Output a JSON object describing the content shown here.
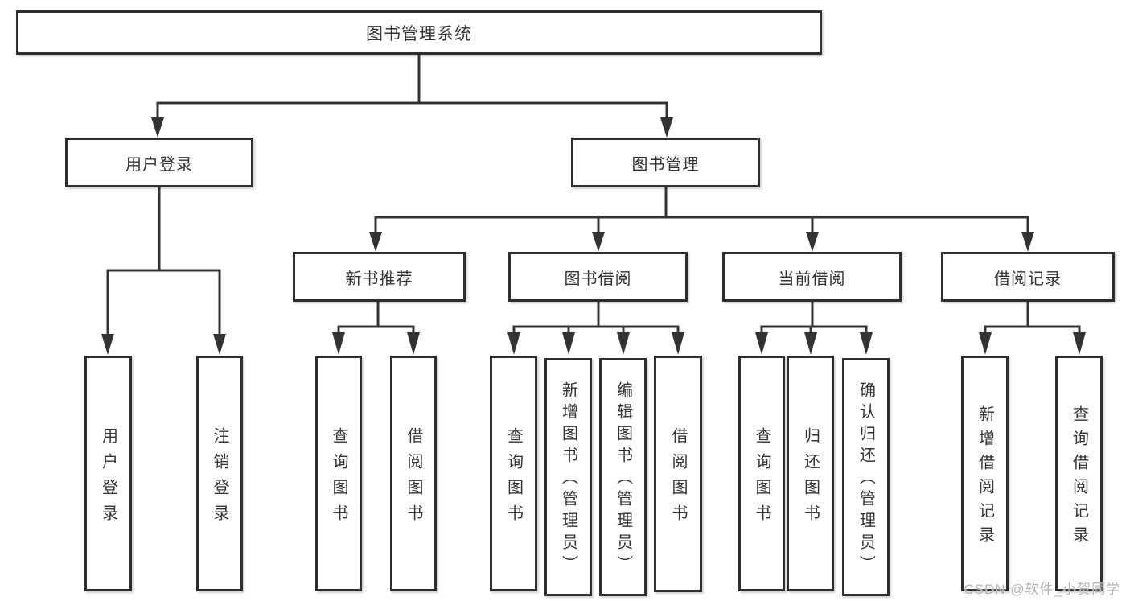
{
  "diagram": {
    "title_note": "library management system function tree",
    "root": {
      "label": "图书管理系统"
    },
    "branches": [
      {
        "label": "用户登录",
        "children": [
          {
            "label": "用户登录"
          },
          {
            "label": "注销登录"
          }
        ]
      },
      {
        "label": "图书管理",
        "children": [
          {
            "label": "新书推荐",
            "children": [
              {
                "label": "查询图书"
              },
              {
                "label": "借阅图书"
              }
            ]
          },
          {
            "label": "图书借阅",
            "children": [
              {
                "label": "查询图书"
              },
              {
                "label": "新增图书（管理员）"
              },
              {
                "label": "编辑图书（管理员）"
              },
              {
                "label": "借阅图书"
              }
            ]
          },
          {
            "label": "当前借阅",
            "children": [
              {
                "label": "查询图书"
              },
              {
                "label": "归还图书"
              },
              {
                "label": "确认归还（管理员）"
              }
            ]
          },
          {
            "label": "借阅记录",
            "children": [
              {
                "label": "新增借阅记录"
              },
              {
                "label": "查询借阅记录"
              }
            ]
          }
        ]
      }
    ]
  },
  "watermark": {
    "text": "CSDN @软件_小贺同学"
  },
  "colors": {
    "line": "#333333",
    "box_border": "#2e2e2e",
    "box_background": "#ffffff",
    "text": "#333333",
    "watermark": "#b3b3b3",
    "background": "#ffffff"
  }
}
